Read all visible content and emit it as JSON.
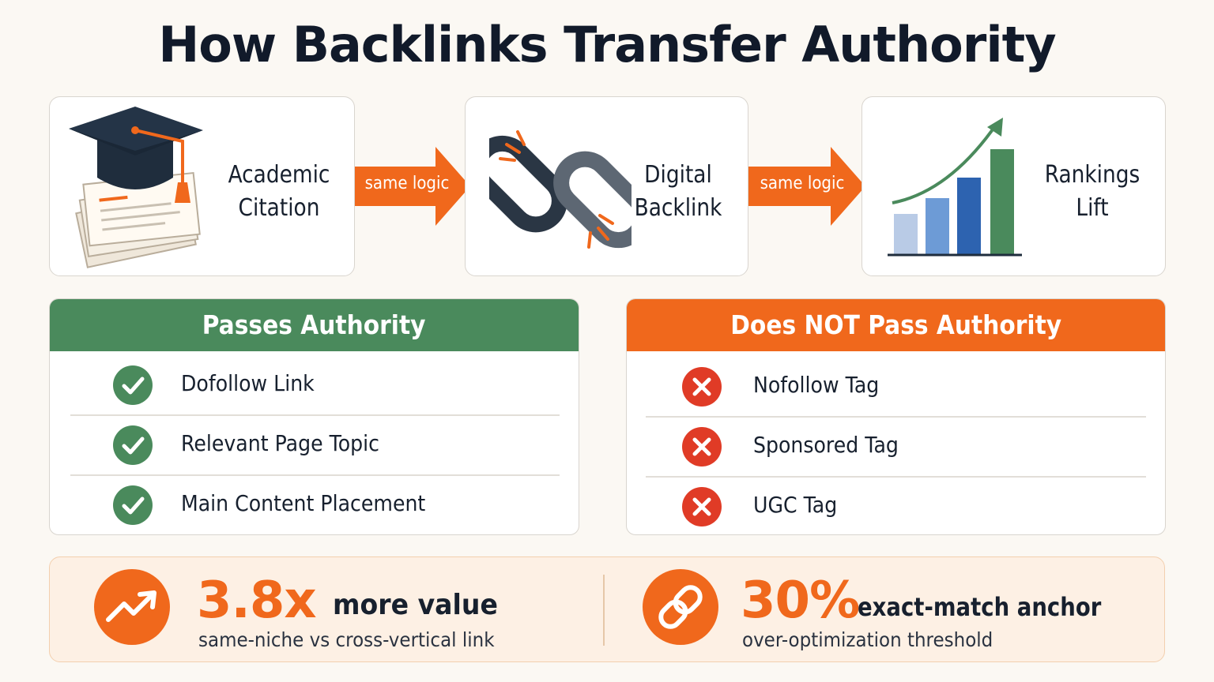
{
  "title": "How Backlinks Transfer Authority",
  "flow": {
    "steps": [
      {
        "line1": "Academic",
        "line2": "Citation",
        "icon": "graduation-cap-icon"
      },
      {
        "line1": "Digital",
        "line2": "Backlink",
        "icon": "chain-link-icon"
      },
      {
        "line1": "Rankings",
        "line2": "Lift",
        "icon": "bar-chart-growth-icon"
      }
    ],
    "connector_label": "same logic"
  },
  "passes": {
    "header": "Passes Authority",
    "items": [
      "Dofollow Link",
      "Relevant Page Topic",
      "Main Content Placement"
    ],
    "color": "#4a8a5c"
  },
  "not_passes": {
    "header": "Does NOT Pass Authority",
    "items": [
      "Nofollow Tag",
      "Sponsored Tag",
      "UGC Tag"
    ],
    "color": "#f0681c"
  },
  "stats": [
    {
      "value": "3.8x",
      "unit": "more value",
      "caption": "same-niche vs cross-vertical link",
      "icon": "trend-up-icon"
    },
    {
      "value": "30%",
      "unit": "exact-match anchor",
      "caption": "over-optimization threshold",
      "icon": "link-icon"
    }
  ],
  "colors": {
    "accent": "#f0681c",
    "green": "#4a8a5c",
    "red": "#e03b26",
    "dark": "#17202e"
  }
}
